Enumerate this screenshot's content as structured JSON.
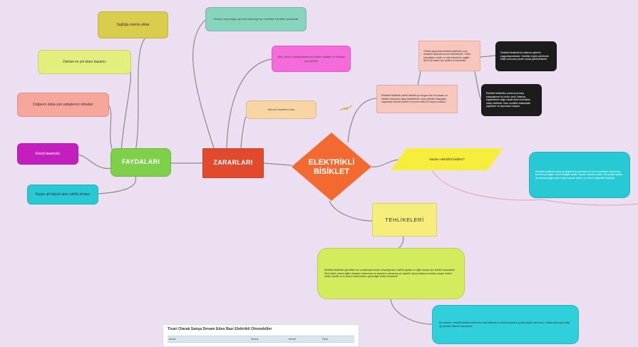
{
  "canvas": {
    "background": "#ecdff2"
  },
  "center": {
    "label_line1": "ELEKTRİKLİ",
    "label_line2": "BİSİKLET",
    "color": "#f26a30"
  },
  "faydalar": {
    "label": "FAYDALARI",
    "color": "#7ed04a",
    "items": [
      {
        "text": "Sağlığa olumlu etkisi",
        "color": "#d8cd4c"
      },
      {
        "text": "Zaman ve yol alanı kazancı",
        "color": "#e3ef7d"
      },
      {
        "text": "Doğanın daha çok sahiplenici olmaları",
        "color": "#f7a69b"
      },
      {
        "text": "Enerji tasarrufu",
        "color": "#c41fbd"
      },
      {
        "text": "Kişiye ait kişisel alan sahibi olması",
        "color": "#27c9d4"
      }
    ]
  },
  "zararlar": {
    "label": "ZARARLARI",
    "color": "#e24a2d",
    "items": [
      {
        "text": "Sürücü veya kişiye güvenli teknoloji için özellikle tehditler yaratabilir",
        "color": "#86d4bb"
      },
      {
        "text": "Baş, boyun yaralanmalarına neden olabilir ve kazaya yol açabilir",
        "color": "#f56bd9"
      },
      {
        "text": "Menzil mesafesi kısa",
        "color": "#f9d5a3"
      }
    ]
  },
  "tehlikeler": {
    "label": "TEHLİKELERİ",
    "color": "#f5ee7a",
    "paragraph1": "Elektrikli bisikletler genellikle hız sınırlamalarına tabi olmadığından, trafikte yayalar ve diğer araçlar için tehlike oluşturabilir. Sürücülerin yeterli eğitim almadan kullanması da kazaların artmasına yol açabilir. Ayrıca batarya arızaları yangın riskine neden olabilir ve bu durum kullanıcıların güvenliğini tehdit etmektedir.",
    "paragraph1_color": "#d2ec5d",
    "paragraph2": "Bu nedenle, elektrikli bisiklet kullanırken kask takmak ve trafik kurallarına uymak büyük önem taşır. Kullanıcıların güvenliği için gerekli önlemler alınmalıdır.",
    "paragraph2_color": "#2fcfdb"
  },
  "right_branch": {
    "diamond_note": "Elektrikli bisikletler pedal destekli ya da gaz kolu ile çalışan ve elektrik motoruna sahip bisikletlerdir. Şarj edilebilir bataryalar sayesinde hareket ederler ve çevre dostu bir ulaşım aracıdır.",
    "diamond_note_color": "#f8c6bc",
    "upper_note": "Günlük yaşamda elektrikli bisikletler, kısa mesafeli ulaşımda tercih edilmektedir. Trafik sıkışıklığını azaltır ve yakıt tasarrufu sağlar. Şehir içi ulaşım için pratik bir seçenektir.",
    "upper_note_color": "#f8c6bc",
    "dark_note1": "Elektrikli bisikletlerin kullanımı giderek yaygınlaşmaktadır. Özellikle büyük şehirlerde trafik sorununa çözüm olarak görülmektedir.",
    "dark_note2": "Elektrikli bisikletler, pedal çevirmeyi kolaylaştıran bir motor içerir. Batarya kapasitesine bağlı olarak farklı menzillere sahip olabilirler. Bazı modeller katlanabilir yapıdadır ve taşınması kolaydır.",
    "dark_note_color": "#1c1c1c",
    "parallelogram": "Neden elektrikli bisiklet?",
    "parallelogram_color": "#f5ee3c",
    "teal_note": "Elektrikli bisikletler daha az fiziksel efor gerektirir ve uzun mesafeleri daha kolay kat etmeyi sağlar. Çevre kirliliğini azaltır, karbon salınımı yoktur. Ekonomik açıdan da avantaj sağlar çünkü yakıt masrafı yoktur ve bakım maliyetleri düşüktür.",
    "teal_note_color": "#27c9d4"
  },
  "table": {
    "title": "Ticari Olarak Satışa Devam Eden Bazı Elektrikli Otomobiller",
    "columns": [
      "Model",
      "Marka",
      "Menzil",
      "Fiyat"
    ]
  }
}
